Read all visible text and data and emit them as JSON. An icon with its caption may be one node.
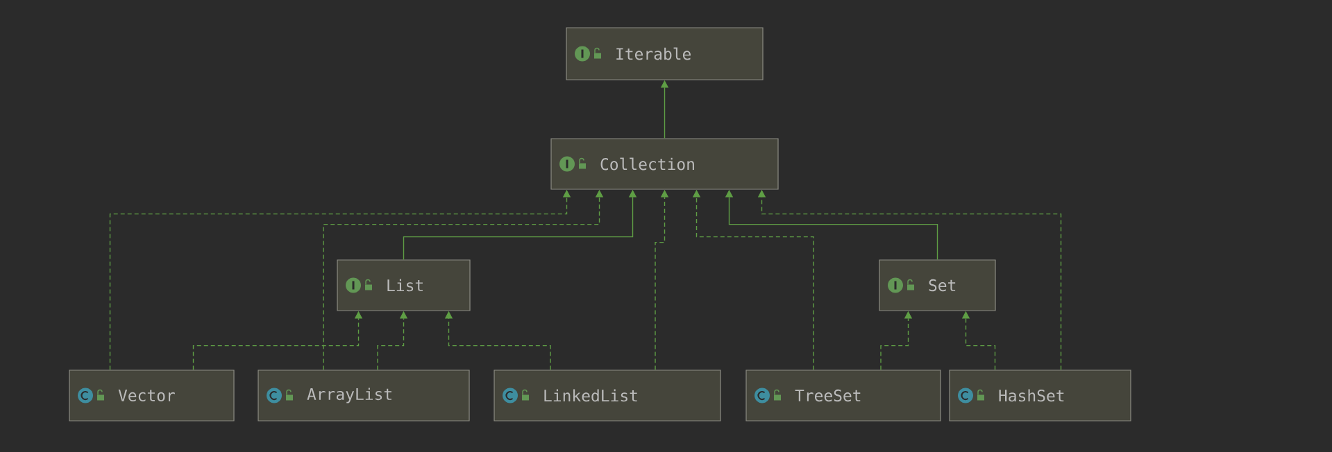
{
  "diagram": {
    "nodes": [
      {
        "text": [
          "Iterable"
        ]
      },
      {
        "text": [
          "Collection"
        ]
      },
      {
        "text": [
          "List"
        ]
      },
      {
        "text": [
          "Set"
        ]
      },
      {
        "text": [
          "Vector"
        ]
      },
      {
        "text": [
          "ArrayList"
        ]
      },
      {
        "text": [
          "LinkedList"
        ]
      },
      {
        "text": [
          "TreeSet"
        ]
      },
      {
        "text": [
          "HashSet"
        ]
      }
    ],
    "edges": [
      {
        "from": 1,
        "to": 0,
        "arrow": "to"
      },
      {
        "from": 2,
        "to": 1,
        "arrow": "to"
      },
      {
        "from": 3,
        "to": 1,
        "arrow": "to"
      },
      {
        "from": 4,
        "to": 1,
        "arrow": "to",
        "style": "dashed"
      },
      {
        "from": 5,
        "to": 1,
        "arrow": "to",
        "style": "dashed"
      },
      {
        "from": 6,
        "to": 1,
        "arrow": "to",
        "style": "dashed"
      },
      {
        "from": 7,
        "to": 1,
        "arrow": "to",
        "style": "dashed"
      },
      {
        "from": 8,
        "to": 1,
        "arrow": "to",
        "style": "dashed"
      },
      {
        "from": 4,
        "to": 2,
        "arrow": "to",
        "style": "dashed"
      },
      {
        "from": 5,
        "to": 2,
        "arrow": "to",
        "style": "dashed"
      },
      {
        "from": 6,
        "to": 2,
        "arrow": "to",
        "style": "dashed"
      },
      {
        "from": 7,
        "to": 3,
        "arrow": "to",
        "style": "dashed"
      },
      {
        "from": 8,
        "to": 3,
        "arrow": "to",
        "style": "dashed"
      }
    ]
  }
}
